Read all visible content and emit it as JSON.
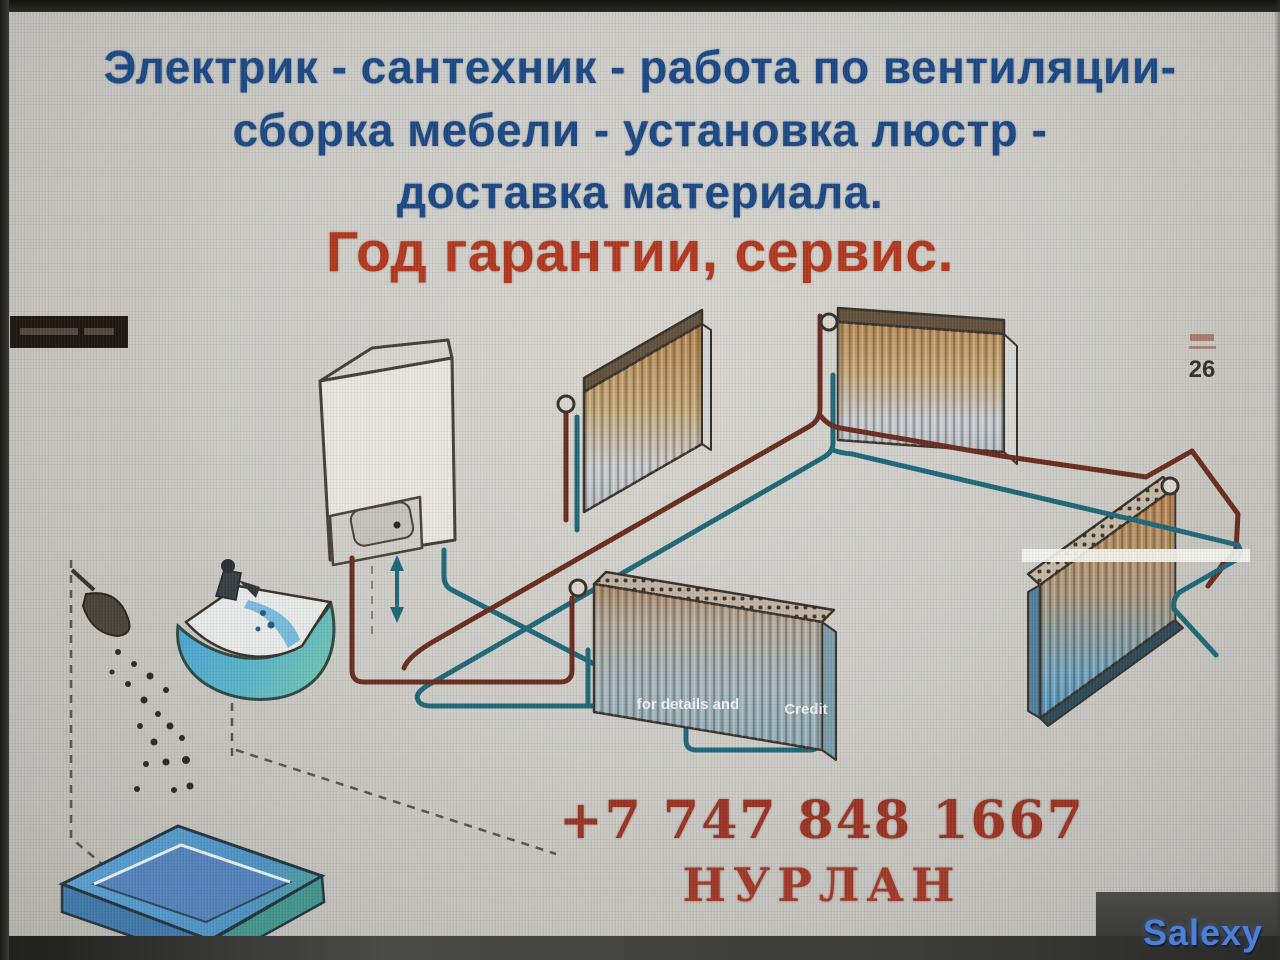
{
  "ad": {
    "line1": "Электрик - сантехник - работа по вентиляции-",
    "line2": "сборка мебели - установка люстр -",
    "line3": "доставка материала.",
    "highlight": "Год гарантии, сервис.",
    "phone": "+7 747 848 1667",
    "name": "НУРЛАН"
  },
  "diagram": {
    "corner_number": "26",
    "watermark_left": "for details and",
    "watermark_right": "Credit"
  },
  "site_watermark": {
    "brand": "Salexy"
  },
  "colors": {
    "headline_blue": "#1c4a86",
    "highlight_red": "#b33a20",
    "contact_red": "#9c3526",
    "pipe_supply_red": "#6b2d20",
    "pipe_return_teal": "#21697a",
    "brand_blue": "#4a80d8",
    "background_gray": "#cfcec9"
  }
}
